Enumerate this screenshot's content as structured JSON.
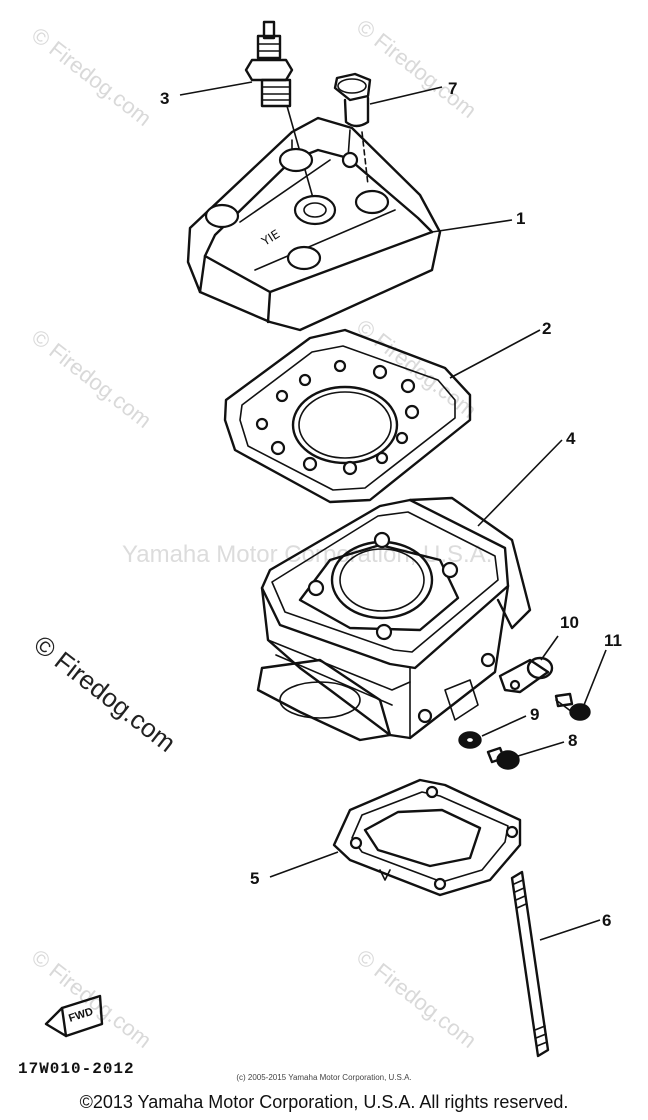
{
  "watermark": {
    "brand": "© Firedog.com",
    "center_text": "Yamaha Motor Corporation, U.S.A."
  },
  "callouts": [
    "1",
    "2",
    "3",
    "4",
    "5",
    "6",
    "7",
    "8",
    "9",
    "10",
    "11"
  ],
  "fwd_label": "FWD",
  "diagram_code": "17W010-2012",
  "small_copyright": "(c) 2005-2015 Yamaha Motor Corporation, U.S.A.",
  "footer_copyright": "©2013 Yamaha Motor Corporation, U.S.A. All rights reserved."
}
